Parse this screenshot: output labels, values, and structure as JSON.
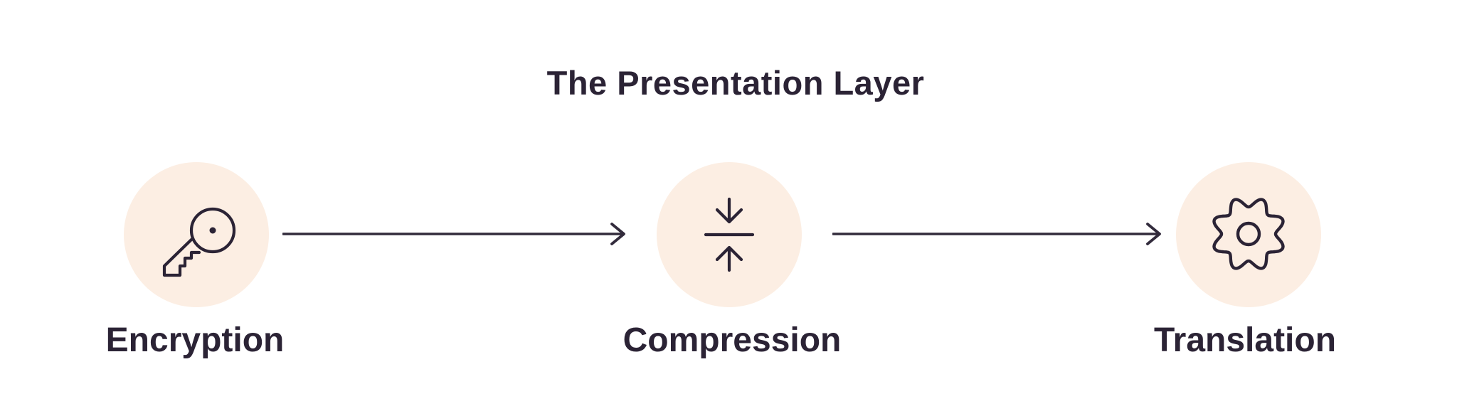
{
  "title": "The Presentation Layer",
  "colors": {
    "background": "#ffffff",
    "ink": "#2b2335",
    "arrow": "#322b3c",
    "node_fill": "#fceee3"
  },
  "nodes": [
    {
      "id": "encryption",
      "label": "Encryption",
      "icon": "key-icon"
    },
    {
      "id": "compression",
      "label": "Compression",
      "icon": "compress-icon"
    },
    {
      "id": "translation",
      "label": "Translation",
      "icon": "gear-icon"
    }
  ],
  "connections": [
    {
      "from": "encryption",
      "to": "compression",
      "style": "arrow-right"
    },
    {
      "from": "compression",
      "to": "translation",
      "style": "arrow-right"
    }
  ]
}
